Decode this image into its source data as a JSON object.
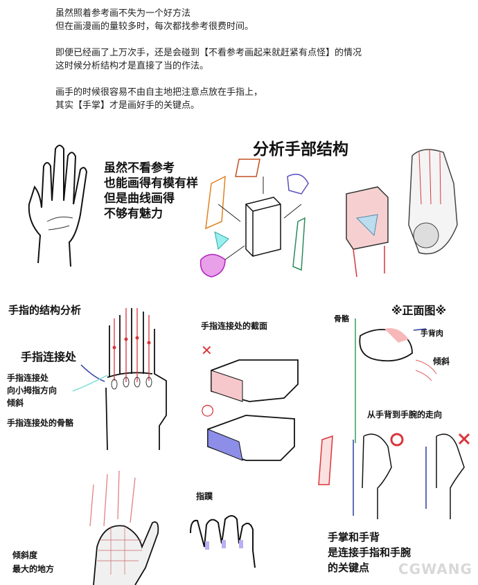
{
  "intro": [
    "虽然照着参考画不失为一个好方法",
    "但在画漫画的量较多时，每次都找参考很费时间。",
    "",
    "即便已经画了上万次手，还是会碰到【不看参考画起来就赶紧有点怪】的情况",
    "这时候分析结构才是直接了当的作法。",
    "",
    "画手的时候很容易不由自主地把注意点放在手指上，",
    "其实【手掌】才是画好手的关键点。"
  ],
  "section1": {
    "caption_lines": [
      "虽然不看参考",
      "也能画得有模有样",
      "但是曲线画得",
      "不够有魅力"
    ],
    "title": "分析手部结构"
  },
  "section2": {
    "title": "手指的结构分析",
    "joint_label": "手指连接处",
    "tilt_note": [
      "手指连接处",
      "向小拇指方向",
      "倾斜"
    ],
    "bone_label": "手指连接处的骨骼",
    "cross_section_title": "手指连接处的截面",
    "wrong_mark": "✕",
    "right_mark": "○",
    "front_view_title": "※正面图※",
    "bone_tag": "骨骼",
    "back_flesh": "手背肉",
    "tilt": "倾斜",
    "direction_title": "从手背到手腕的走向"
  },
  "section3": {
    "tilt_max": [
      "倾斜度",
      "最大的地方"
    ],
    "web_label": "指蹼",
    "conclusion": [
      "手掌和手背",
      "是连接手指和手腕",
      "的关键点"
    ]
  },
  "watermark": "CGWANG",
  "colors": {
    "red": "#d9343a",
    "blue": "#2e3a9c",
    "green": "#3a9a5c",
    "cyan": "#7fe0d8",
    "purple": "#8a6ad8"
  }
}
